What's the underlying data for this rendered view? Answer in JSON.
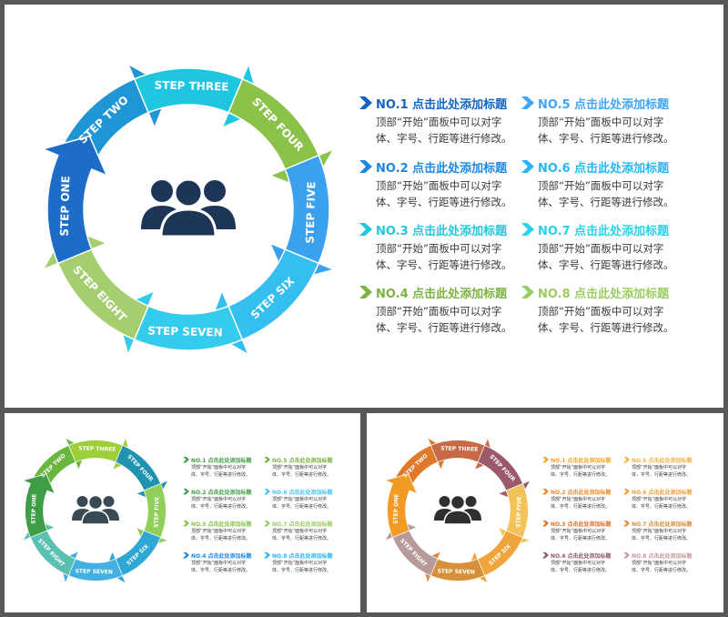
{
  "diagram": {
    "steps": [
      "STEP ONE",
      "STEP TWO",
      "STEP THREE",
      "STEP FOUR",
      "STEP FIVE",
      "STEP SIX",
      "STEP SEVEN",
      "STEP EIGHT"
    ],
    "center_icon": "people-group-icon"
  },
  "items": [
    {
      "title": "NO.1 点击此处添加标题",
      "desc_line1": "顶部“开始”面板中可以对字",
      "desc_line2": "体、字号、行距等进行修改。"
    },
    {
      "title": "NO.2 点击此处添加标题",
      "desc_line1": "顶部“开始”面板中可以对字",
      "desc_line2": "体、字号、行距等进行修改。"
    },
    {
      "title": "NO.3 点击此处添加标题",
      "desc_line1": "顶部“开始”面板中可以对字",
      "desc_line2": "体、字号、行距等进行修改。"
    },
    {
      "title": "NO.4 点击此处添加标题",
      "desc_line1": "顶部“开始”面板中可以对字",
      "desc_line2": "体、字号、行距等进行修改。"
    },
    {
      "title": "NO.5 点击此处添加标题",
      "desc_line1": "顶部“开始”面板中可以对字",
      "desc_line2": "体、字号、行距等进行修改。"
    },
    {
      "title": "NO.6 点击此处添加标题",
      "desc_line1": "顶部“开始”面板中可以对字",
      "desc_line2": "体、字号、行距等进行修改。"
    },
    {
      "title": "NO.7 点击此处添加标题",
      "desc_line1": "顶部“开始”面板中可以对字",
      "desc_line2": "体、字号、行距等进行修改。"
    },
    {
      "title": "NO.8 点击此处添加标题",
      "desc_line1": "顶部“开始”面板中可以对字",
      "desc_line2": "体、字号、行距等进行修改。"
    }
  ],
  "themes": {
    "blue": {
      "segment_colors": [
        "#1d6cc8",
        "#1e96d6",
        "#1fc6e0",
        "#8bc34a",
        "#3aa1ee",
        "#34bff0",
        "#34ccec",
        "#a5cf6e"
      ],
      "title_colors": [
        "#1565c0",
        "#1e88e5",
        "#26c6da",
        "#7cb342",
        "#42a5f5",
        "#29b6f6",
        "#26d3e8",
        "#9ccc65"
      ],
      "icon_color": "#1d3557"
    },
    "green": {
      "segment_colors": [
        "#3f9e45",
        "#6ab73f",
        "#9dcf3a",
        "#1f93b0",
        "#8fcf5a",
        "#2fa7d4",
        "#42b0e0",
        "#5cc0b0"
      ],
      "title_colors": [
        "#43a047",
        "#43a047",
        "#8bc34a",
        "#1e88e5",
        "#7cb342",
        "#4fc3f7",
        "#9ccc65",
        "#29b6f6"
      ],
      "icon_color": "#3a4a55"
    },
    "warm": {
      "segment_colors": [
        "#f19a24",
        "#e07a2a",
        "#c86a48",
        "#9a5a6a",
        "#f2c35a",
        "#f0a53c",
        "#d6903a",
        "#b89a9a"
      ],
      "title_colors": [
        "#f5a623",
        "#ef8b2c",
        "#e0702a",
        "#8e5a6b",
        "#f3b24a",
        "#f0a040",
        "#d98a3a",
        "#c49aa0"
      ],
      "icon_color": "#2f2f2f"
    }
  }
}
